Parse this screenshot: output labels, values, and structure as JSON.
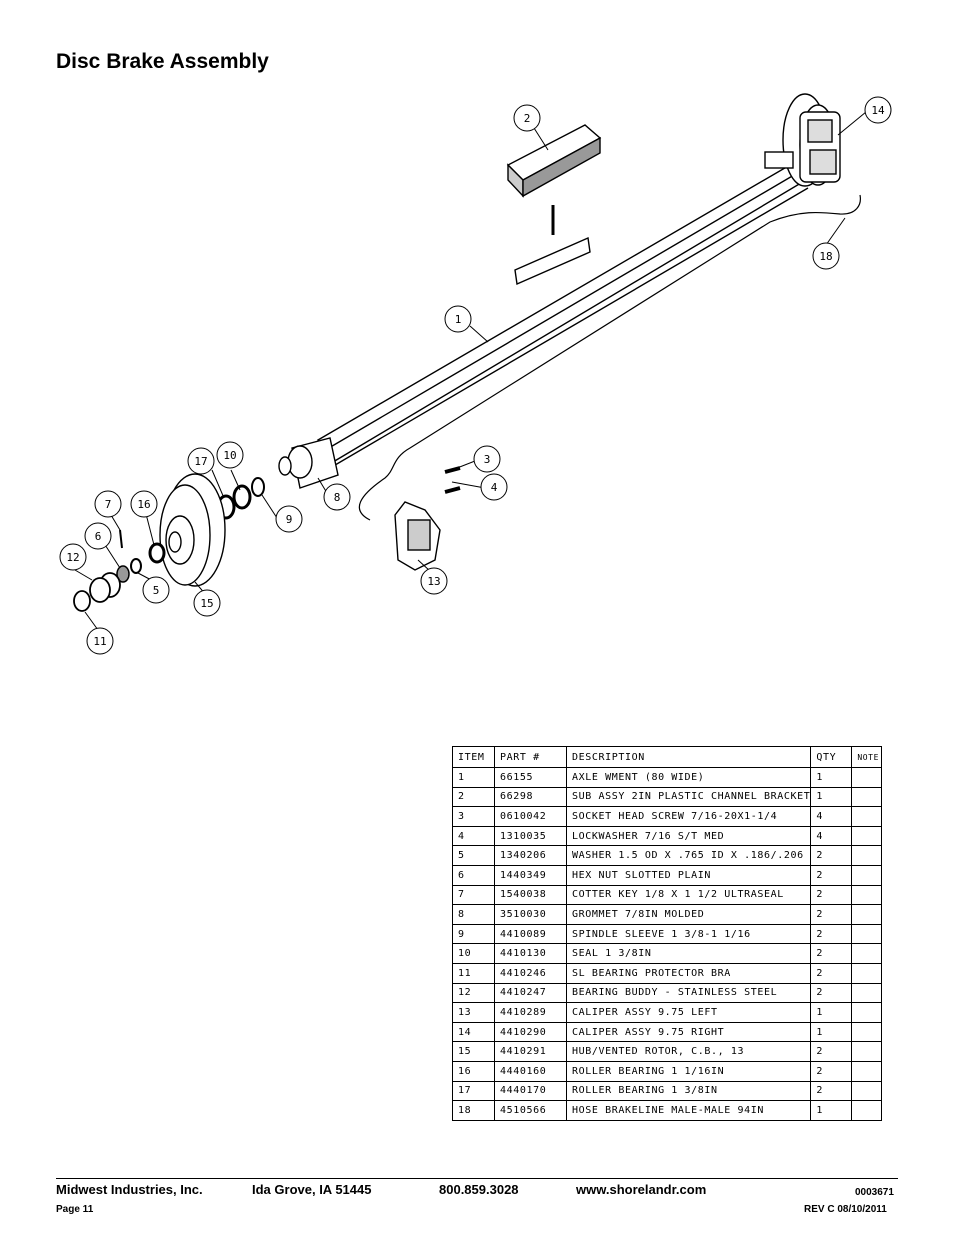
{
  "title": "Disc Brake Assembly",
  "callouts": [
    "1",
    "2",
    "3",
    "4",
    "5",
    "6",
    "7",
    "8",
    "9",
    "10",
    "11",
    "12",
    "13",
    "14",
    "15",
    "16",
    "17",
    "18"
  ],
  "table": {
    "headers": [
      "ITEM",
      "PART #",
      "DESCRIPTION",
      "QTY",
      "NOTE"
    ],
    "rows": [
      {
        "item": "1",
        "part": "66155",
        "desc": "AXLE WMENT (80 WIDE)",
        "qty": "1"
      },
      {
        "item": "2",
        "part": "66298",
        "desc": "SUB ASSY 2IN PLASTIC CHANNEL BRACKET",
        "qty": "1"
      },
      {
        "item": "3",
        "part": "0610042",
        "desc": "SOCKET HEAD SCREW 7/16-20X1-1/4",
        "qty": "4"
      },
      {
        "item": "4",
        "part": "1310035",
        "desc": "LOCKWASHER 7/16 S/T MED",
        "qty": "4"
      },
      {
        "item": "5",
        "part": "1340206",
        "desc": "WASHER 1.5 OD X .765 ID X .186/.206",
        "qty": "2"
      },
      {
        "item": "6",
        "part": "1440349",
        "desc": "HEX NUT SLOTTED PLAIN",
        "qty": "2"
      },
      {
        "item": "7",
        "part": "1540038",
        "desc": "COTTER KEY 1/8 X 1 1/2 ULTRASEAL",
        "qty": "2"
      },
      {
        "item": "8",
        "part": "3510030",
        "desc": "GROMMET  7/8IN MOLDED",
        "qty": "2"
      },
      {
        "item": "9",
        "part": "4410089",
        "desc": "SPINDLE SLEEVE  1 3/8-1 1/16",
        "qty": "2"
      },
      {
        "item": "10",
        "part": "4410130",
        "desc": "SEAL  1 3/8IN",
        "qty": "2"
      },
      {
        "item": "11",
        "part": "4410246",
        "desc": "SL BEARING PROTECTOR BRA",
        "qty": "2"
      },
      {
        "item": "12",
        "part": "4410247",
        "desc": "BEARING BUDDY - STAINLESS STEEL",
        "qty": "2"
      },
      {
        "item": "13",
        "part": "4410289",
        "desc": "CALIPER ASSY 9.75 LEFT",
        "qty": "1"
      },
      {
        "item": "14",
        "part": "4410290",
        "desc": "CALIPER ASSY 9.75 RIGHT",
        "qty": "1"
      },
      {
        "item": "15",
        "part": "4410291",
        "desc": "HUB/VENTED ROTOR, C.B.,  13",
        "qty": "2"
      },
      {
        "item": "16",
        "part": "4440160",
        "desc": "ROLLER BEARING   1 1/16IN",
        "qty": "2"
      },
      {
        "item": "17",
        "part": "4440170",
        "desc": "ROLLER BEARING   1 3/8IN",
        "qty": "2"
      },
      {
        "item": "18",
        "part": "4510566",
        "desc": "HOSE BRAKELINE MALE-MALE 94IN",
        "qty": "1"
      }
    ]
  },
  "footer": {
    "company": "Midwest Industries, Inc.",
    "location": "Ida Grove, IA  51445",
    "phone": "800.859.3028",
    "website": "www.shorelandr.com",
    "doc_number": "0003671",
    "page": "Page 11",
    "revision": "REV C  08/10/2011"
  }
}
